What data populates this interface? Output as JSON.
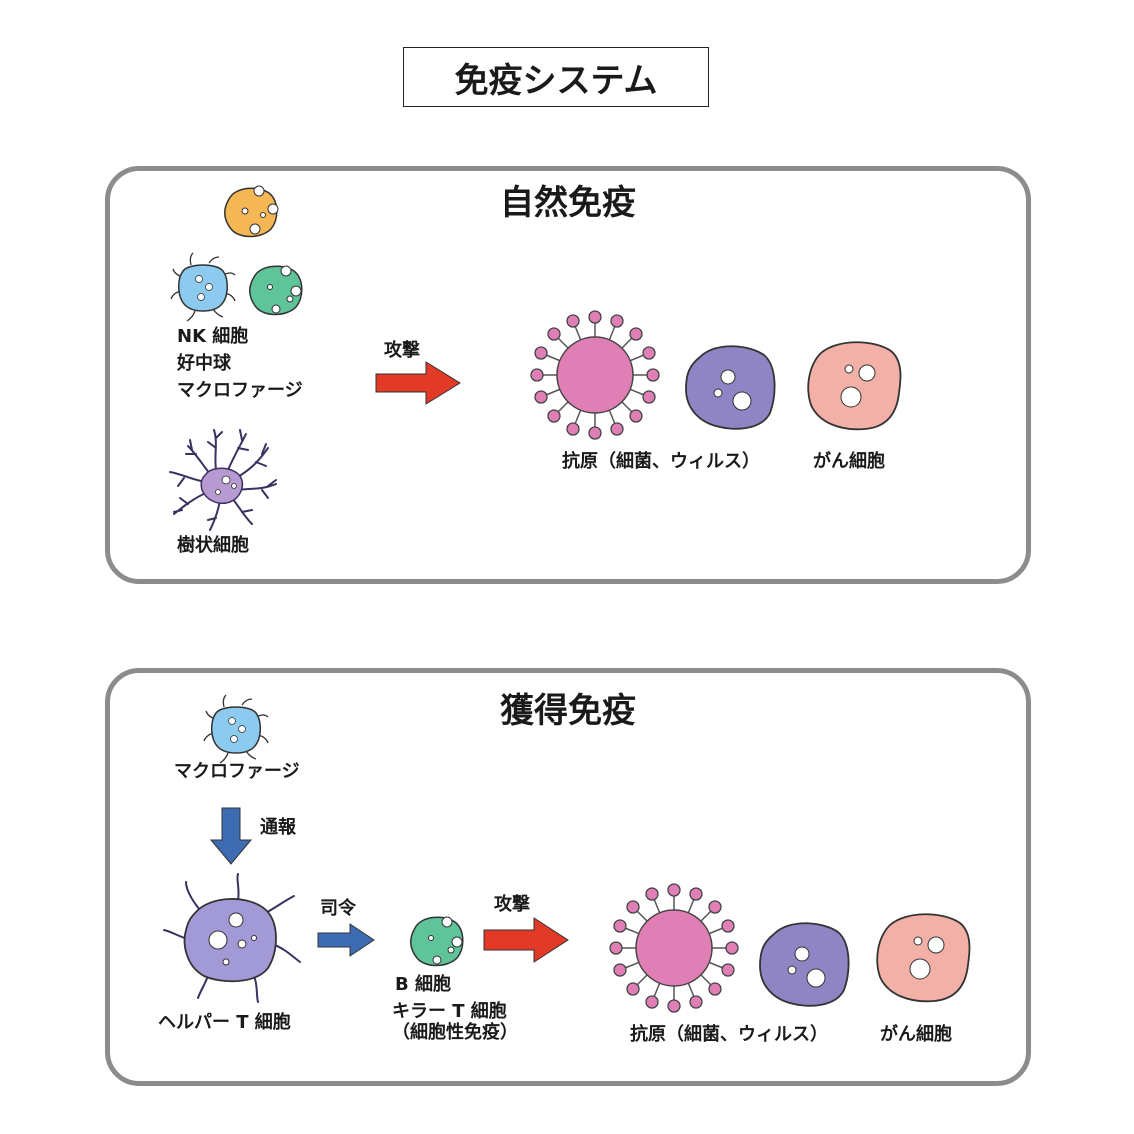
{
  "title": "免疫システム",
  "innate": {
    "title": "自然免疫",
    "cells_label": [
      "NK 細胞",
      "好中球",
      "マクロファージ"
    ],
    "dendritic_label": "樹状細胞",
    "attack_label": "攻撃",
    "targets": [
      "抗原（細菌、ウィルス）",
      "がん細胞"
    ]
  },
  "acquired": {
    "title": "獲得免疫",
    "macrophage_label": "マクロファージ",
    "report_label": "通報",
    "helper_label": "ヘルパー T 細胞",
    "command_label": "司令",
    "b_cell_label": "B 細胞",
    "killer_label": [
      "キラー T 細胞",
      "（細胞性免疫）"
    ],
    "attack_label": "攻撃",
    "targets": [
      "抗原（細菌、ウィルス）",
      "がん細胞"
    ]
  },
  "colors": {
    "panel_border": "#8c8c8c",
    "attack_arrow": "#e23a26",
    "report_arrow": "#3d6cb3",
    "antigen": "#e07fb5",
    "virus_body": "#8f84c4",
    "cancer": "#f3b0a6",
    "nk_cell": "#f5b654",
    "neutrophil": "#5fc49a",
    "macrophage": "#8ccbef",
    "dendritic": "#b79ad2",
    "helper_t": "#a29ad6"
  }
}
